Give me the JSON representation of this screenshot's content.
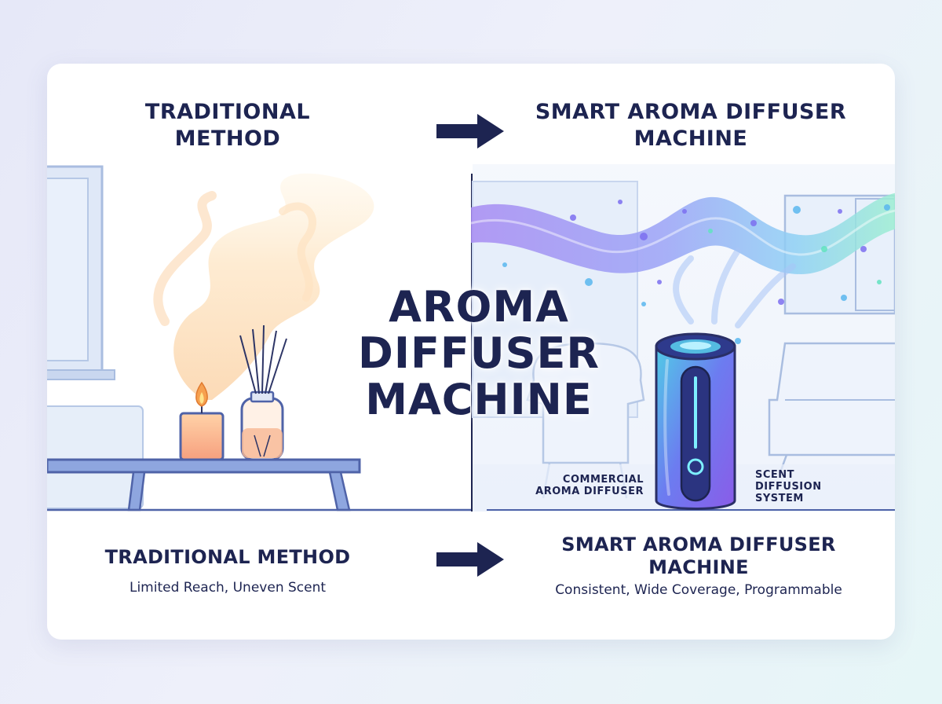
{
  "header": {
    "left_title": "TRADITIONAL METHOD",
    "right_title": "SMART AROMA DIFFUSER MACHINE"
  },
  "center_title": "AROMA DIFFUSER MACHINE",
  "labels": {
    "commercial": "COMMERCIAL AROMA DIFFUSER",
    "scent": "SCENT DIFFUSION SYSTEM"
  },
  "footer": {
    "left_title": "TRADITIONAL METHOD",
    "left_subtitle": "Limited Reach, Uneven Scent",
    "right_title": "SMART AROMA DIFFUSER MACHINE",
    "right_subtitle": "Consistent, Wide Coverage, Programmable"
  },
  "colors": {
    "navy": "#1d2451",
    "background": "#ffffff",
    "outline": "#a9bde0"
  },
  "icons": [
    "arrow-right-icon",
    "candle-icon",
    "reed-diffuser-icon",
    "smart-diffuser-icon"
  ]
}
